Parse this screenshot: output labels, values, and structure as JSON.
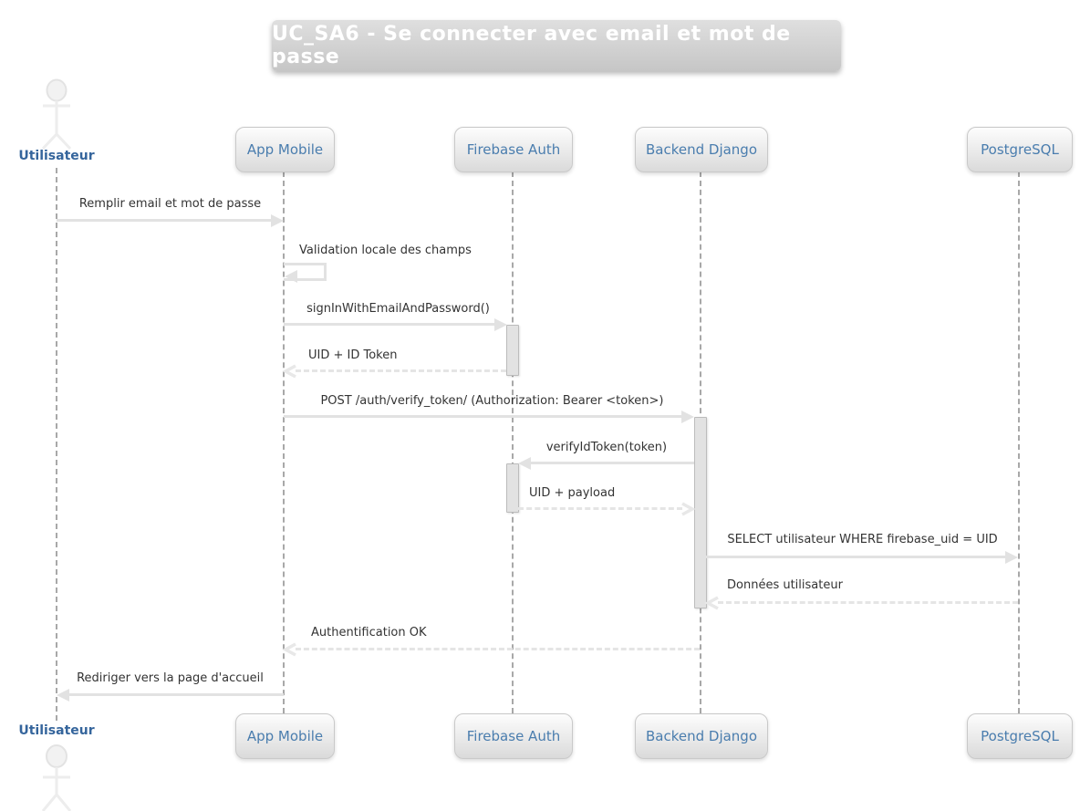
{
  "title": "UC_SA6 - Se connecter avec email et mot de passe",
  "participants": [
    {
      "label": "Utilisateur",
      "type": "actor"
    },
    {
      "label": "App Mobile",
      "type": "participant"
    },
    {
      "label": "Firebase Auth",
      "type": "participant"
    },
    {
      "label": "Backend Django",
      "type": "participant"
    },
    {
      "label": "PostgreSQL",
      "type": "participant"
    }
  ],
  "messages": [
    {
      "label": "Remplir email et mot de passe",
      "from": "Utilisateur",
      "to": "App Mobile",
      "line": "solid"
    },
    {
      "label": "Validation locale des champs",
      "from": "App Mobile",
      "to": "App Mobile",
      "line": "self"
    },
    {
      "label": "signInWithEmailAndPassword()",
      "from": "App Mobile",
      "to": "Firebase Auth",
      "line": "solid"
    },
    {
      "label": "UID + ID Token",
      "from": "Firebase Auth",
      "to": "App Mobile",
      "line": "dotted"
    },
    {
      "label": "POST /auth/verify_token/ (Authorization: Bearer <token>)",
      "from": "App Mobile",
      "to": "Backend Django",
      "line": "solid"
    },
    {
      "label": "verifyIdToken(token)",
      "from": "Backend Django",
      "to": "Firebase Auth",
      "line": "solid"
    },
    {
      "label": "UID + payload",
      "from": "Firebase Auth",
      "to": "Backend Django",
      "line": "dotted"
    },
    {
      "label": "SELECT utilisateur WHERE firebase_uid = UID",
      "from": "Backend Django",
      "to": "PostgreSQL",
      "line": "solid"
    },
    {
      "label": "Données utilisateur",
      "from": "PostgreSQL",
      "to": "Backend Django",
      "line": "dotted"
    },
    {
      "label": "Authentification OK",
      "from": "Backend Django",
      "to": "App Mobile",
      "line": "dotted"
    },
    {
      "label": "Rediriger vers la page d'accueil",
      "from": "App Mobile",
      "to": "Utilisateur",
      "line": "solid"
    }
  ],
  "colors": {
    "title_text": "#ffffff",
    "title_bg": "#cdcdcd",
    "participant_text": "#4a7dae",
    "actor_text": "#35659c",
    "message_text": "#333333",
    "arrow": "#e2e2e2",
    "lifeline": "#a8a8a8",
    "activation_fill": "#e2e2e2",
    "activation_border": "#bcbcbc",
    "box_border": "#c9c9c9"
  }
}
